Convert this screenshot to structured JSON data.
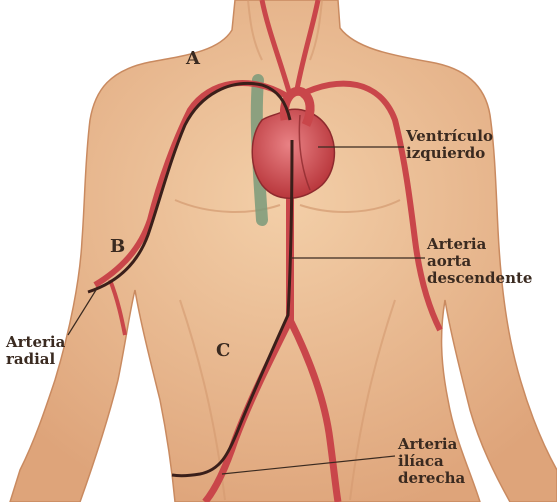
{
  "letters": {
    "a": "A",
    "b": "B",
    "c": "C"
  },
  "labels": {
    "ventriculo_izquierdo": "Ventrículo\nizquierdo",
    "arteria_aorta_descendente": "Arteria\naorta\ndescendente",
    "arteria_radial": "Arteria\nradial",
    "arteria_iliaca_derecha": "Arteria\nilíaca\nderecha"
  },
  "colors": {
    "skin": "#eec39a",
    "skin_shadow": "#d9a277",
    "artery": "#c9464a",
    "heart": "#d35a5e",
    "vein": "#7a9a7a",
    "catheter": "#3a1f1a"
  }
}
